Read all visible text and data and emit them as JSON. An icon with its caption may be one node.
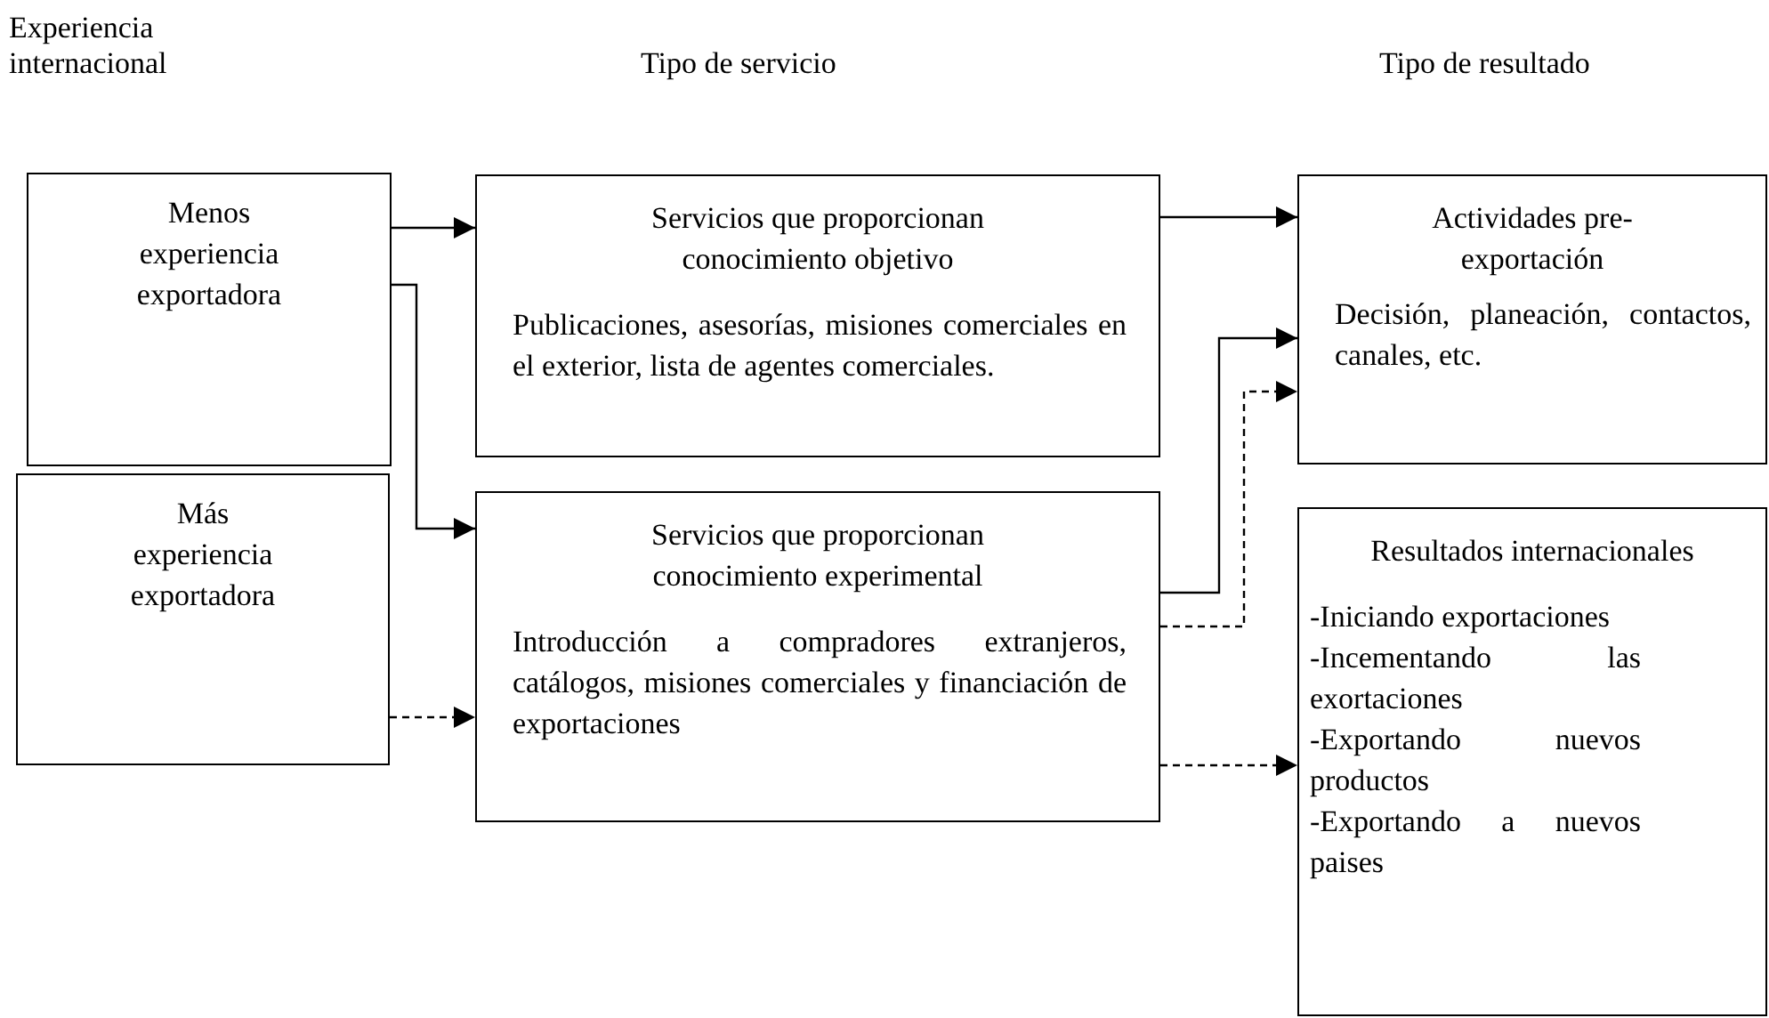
{
  "diagram": {
    "nodes": [
      {
        "text": [
          "Menos experiencia exportadora"
        ]
      },
      {
        "text": [
          "Más experiencia exportadora"
        ]
      },
      {
        "text": [
          "Servicios que proporcionan conocimiento objetivo",
          "Publicaciones, asesorías, misiones comerciales en el exterior, lista de agentes comerciales."
        ]
      },
      {
        "text": [
          "Servicios que proporcionan conocimiento experimental",
          "Introducción a compradores extranjeros, catálogos, misiones comerciales y financiación de exportaciones"
        ]
      },
      {
        "text": [
          "Actividades pre-exportación",
          "Decisión, planeación, contactos, canales, etc."
        ]
      },
      {
        "text": [
          "Resultados internacionales",
          "-Iniciando exportaciones",
          "-Incementando las exortaciones",
          "-Exportando nuevos productos",
          "-Exportando a nuevos paises"
        ]
      }
    ],
    "edges": [
      {
        "from": 0,
        "to": 2,
        "arrow": "to"
      },
      {
        "from": 0,
        "to": 3,
        "arrow": "to"
      },
      {
        "from": 1,
        "to": 3,
        "arrow": "to",
        "style": "dashed"
      },
      {
        "from": 2,
        "to": 4,
        "arrow": "to"
      },
      {
        "from": 3,
        "to": 4,
        "arrow": "to"
      },
      {
        "from": 3,
        "to": 4,
        "arrow": "to",
        "style": "dashed"
      },
      {
        "from": 3,
        "to": 5,
        "arrow": "to",
        "style": "dashed"
      }
    ],
    "labels": [
      "Experiencia internacional",
      "Tipo de servicio",
      "Tipo de resultado"
    ]
  }
}
